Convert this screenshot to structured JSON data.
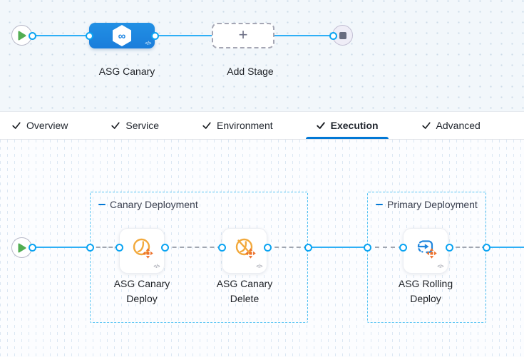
{
  "stage_canvas": {
    "stage_label": "ASG Canary",
    "add_stage_label": "Add Stage",
    "plus_glyph": "+",
    "yaml_glyph": "</>",
    "infinity_glyph": "∞"
  },
  "tab_bar": {
    "tabs": [
      {
        "label": "Overview",
        "checked": true,
        "active": false
      },
      {
        "label": "Service",
        "checked": true,
        "active": false
      },
      {
        "label": "Environment",
        "checked": true,
        "active": false
      },
      {
        "label": "Execution",
        "checked": true,
        "active": true
      },
      {
        "label": "Advanced",
        "checked": true,
        "active": false
      }
    ]
  },
  "execution_canvas": {
    "yaml_glyph": "</>",
    "groups": [
      {
        "title": "Canary Deployment"
      },
      {
        "title": "Primary Deployment"
      }
    ],
    "steps": [
      {
        "line1": "ASG Canary",
        "line2": "Deploy",
        "icon": "asg-canary-deploy-icon"
      },
      {
        "line1": "ASG Canary",
        "line2": "Delete",
        "icon": "asg-canary-delete-icon"
      },
      {
        "line1": "ASG Rolling",
        "line2": "Deploy",
        "icon": "asg-rolling-deploy-icon"
      }
    ]
  },
  "colors": {
    "accent_blue": "#0278d5",
    "stage_blue": "#1e86df",
    "connector_blue": "#2faff6",
    "group_border": "#55c3f3",
    "dashed_gray": "#a0a6b1",
    "play_green": "#53ae53",
    "step_orange": "#f2a93c",
    "scale_orange": "#ed712b"
  }
}
